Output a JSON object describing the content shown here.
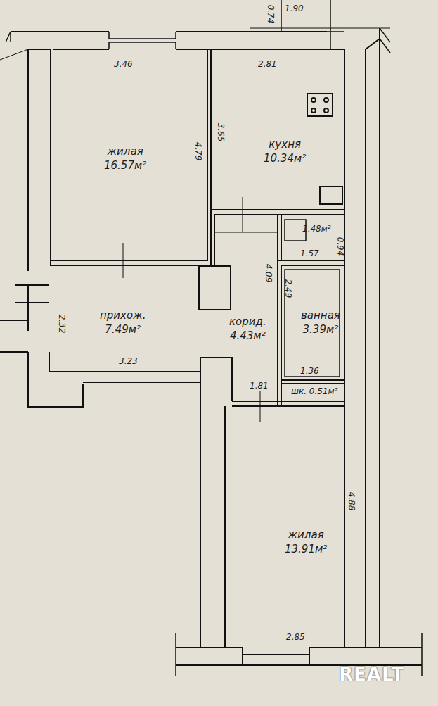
{
  "diagram": {
    "nodes": [
      {
        "text": [
          "жилая",
          "16.57м²"
        ]
      },
      {
        "text": [
          "кухня",
          "10.34м²"
        ]
      },
      {
        "text": [
          "1.48м²"
        ]
      },
      {
        "text": [
          "прихож.",
          "7.49м²"
        ]
      },
      {
        "text": [
          "корид.",
          "4.43м²"
        ]
      },
      {
        "text": [
          "ванная",
          "3.39м²"
        ]
      },
      {
        "text": [
          "шк. 0.51м²"
        ]
      },
      {
        "text": [
          "жилая",
          "13.91м²"
        ]
      }
    ],
    "labels": [
      "1.90",
      "0.74",
      "3.46",
      "2.81",
      "4.79",
      "3.65",
      "1.57",
      "0.94",
      "2.49",
      "4.09",
      "2.32",
      "3.23",
      "1.81",
      "1.36",
      "4.88",
      "2.85",
      "REALT"
    ]
  }
}
